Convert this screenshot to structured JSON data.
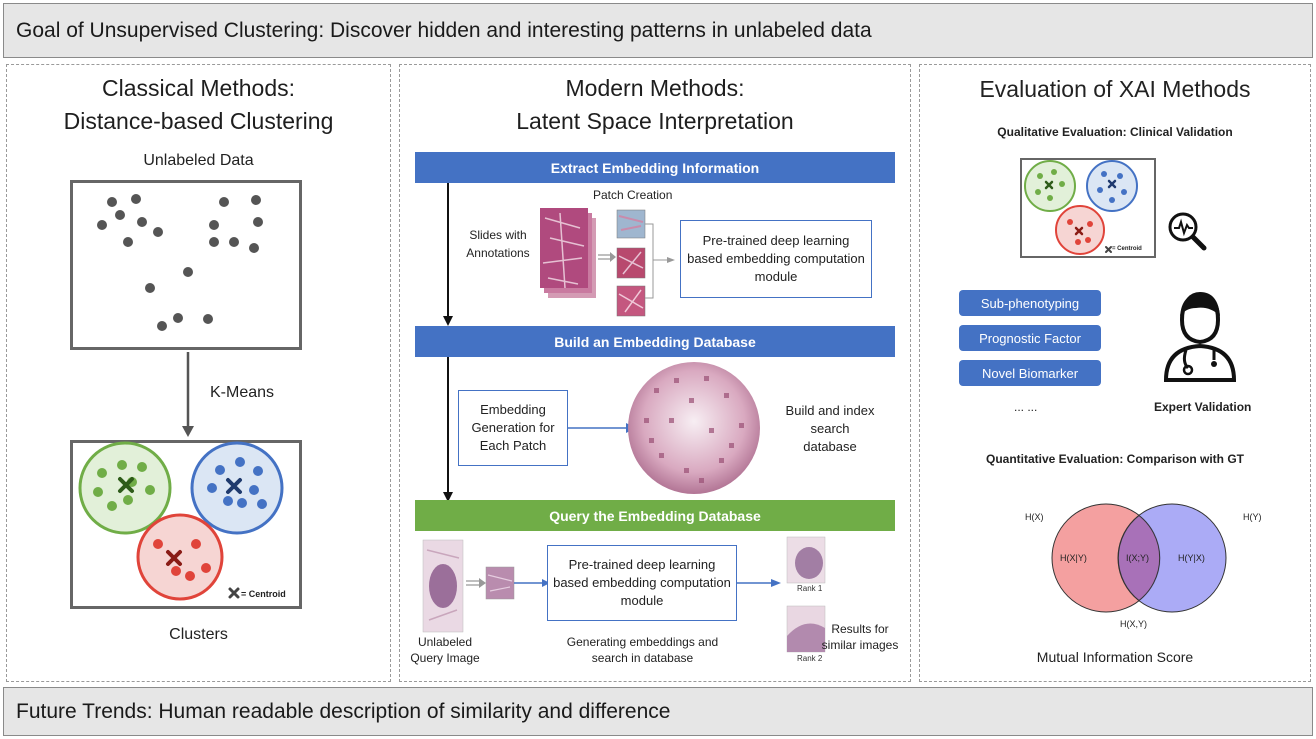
{
  "top_banner": "Goal of Unsupervised Clustering: Discover hidden and interesting patterns in unlabeled data",
  "bottom_banner": "Future Trends: Human readable description of similarity and difference",
  "classical": {
    "title_line1": "Classical Methods:",
    "title_line2": "Distance-based Clustering",
    "unlabeled_label": "Unlabeled Data",
    "kmeans_label": "K-Means",
    "clusters_label": "Clusters",
    "centroid_legend": "= Centroid",
    "colors": {
      "green": "#70ad47",
      "blue": "#4472c4",
      "red": "#e0443a",
      "dot": "#555555"
    }
  },
  "modern": {
    "title_line1": "Modern Methods:",
    "title_line2": "Latent Space Interpretation",
    "step1": {
      "bar": "Extract Embedding Information",
      "patch_creation": "Patch Creation",
      "slides_label": "Slides with Annotations",
      "module": "Pre-trained deep learning based embedding computation module"
    },
    "step2": {
      "bar": "Build an Embedding Database",
      "generation": "Embedding Generation for Each Patch",
      "build_index": "Build and index search database"
    },
    "step3": {
      "bar": "Query the Embedding Database",
      "module": "Pre-trained deep learning based embedding computation module",
      "query_label": "Unlabeled Query Image",
      "generating": "Generating embeddings and search in database",
      "results": "Results for similar images",
      "rank1": "Rank 1",
      "rank2": "Rank 2"
    }
  },
  "evaluation": {
    "title": "Evaluation of XAI Methods",
    "qualitative_title": "Qualitative Evaluation: Clinical Validation",
    "centroid_legend": "= Centroid",
    "pills": [
      "Sub-phenotyping",
      "Prognostic Factor",
      "Novel Biomarker"
    ],
    "ellipsis": "... ...",
    "expert_label": "Expert Validation",
    "quantitative_title": "Quantitative Evaluation: Comparison with GT",
    "venn": {
      "hx": "H(X)",
      "hy": "H(Y)",
      "hx_given_y": "H(X|Y)",
      "ixy": "I(X;Y)",
      "hy_given_x": "H(Y|X)",
      "hxy": "H(X,Y)",
      "color_x": "#f4a0a0",
      "color_y": "#9c9cf5"
    },
    "mi_label": "Mutual Information Score"
  }
}
